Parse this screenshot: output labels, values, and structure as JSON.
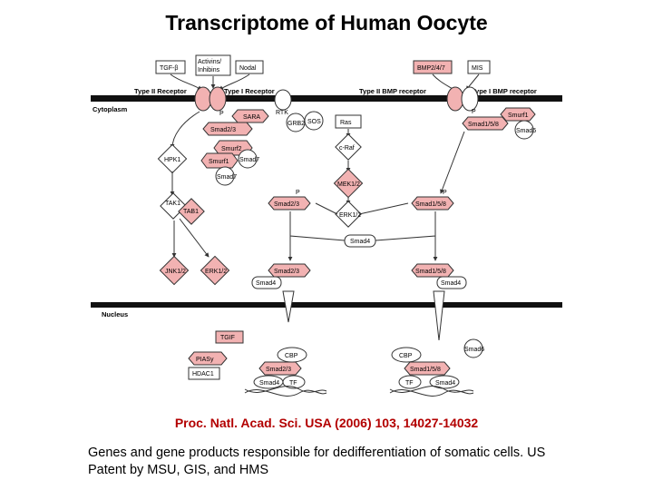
{
  "title": "Transcriptome of Human Oocyte",
  "reference": "Proc. Natl. Acad. Sci. USA (2006) 103, 14027-14032",
  "description": "Genes and gene products responsible for dedifferentiation of somatic cells. US Patent by MSU, GIS, and HMS",
  "colors": {
    "highlight_fill": "#f2b2b2",
    "plain_fill": "#ffffff",
    "stroke": "#333333",
    "reference_text": "#b30000"
  },
  "diagram": {
    "regions": {
      "cytoplasm": "Cytoplasm",
      "nucleus": "Nucleus"
    },
    "receptors": {
      "type2": "Type II Receptor",
      "type1": "Type I Receptor",
      "type2_bmp": "Type II BMP receptor",
      "type1_bmp": "Type I BMP receptor",
      "rtk": "RTK"
    },
    "ligands": {
      "tgfb": "TGF-β",
      "activins_line1": "Activins/",
      "activins_line2": "Inhibins",
      "nodal": "Nodal",
      "bmp": "BMP2/4/7",
      "mis": "MIS"
    },
    "nodes": {
      "sara": "SARA",
      "smad23_top": "Smad2/3",
      "p": "P",
      "smurf2": "Smurf2",
      "smurf1_left": "Smurf1",
      "smad7_a": "Smad7",
      "smad7_b": "Smad7",
      "hpk1": "HPK1",
      "tak1": "TAK1",
      "tab1": "TAB1",
      "jnk": "JNK1/2",
      "erk12_left": "ERK1/2",
      "grb2": "GRB2",
      "sos": "SOS",
      "ras": "Ras",
      "craf": "c-Raf",
      "mek": "MEK1/2",
      "erk12_mid": "ERK1/2",
      "smad23_mid": "Smad2/3",
      "smad158_mid": "Smad1/5/8",
      "smad4_mid": "Smad4",
      "smad23_low": "Smad2/3",
      "smad4_low_left": "Smad4",
      "smad158_low": "Smad1/5/8",
      "smad4_low_right": "Smad4",
      "smad158_top": "Smad1/5/8",
      "smurf1_right": "Smurf1",
      "smad6_top": "Smad6",
      "tgif": "TGIF",
      "piasy": "PIASy",
      "hdac1": "HDAC1",
      "cbp_left": "CBP",
      "smad23_nuc": "Smad2/3",
      "smad4_nuc_left": "Smad4",
      "tf_left": "TF",
      "cbp_right": "CBP",
      "smad158_nuc": "Smad1/5/8",
      "tf_right": "TF",
      "smad4_nuc_right": "Smad4",
      "smad6_nuc": "Smad6"
    }
  }
}
